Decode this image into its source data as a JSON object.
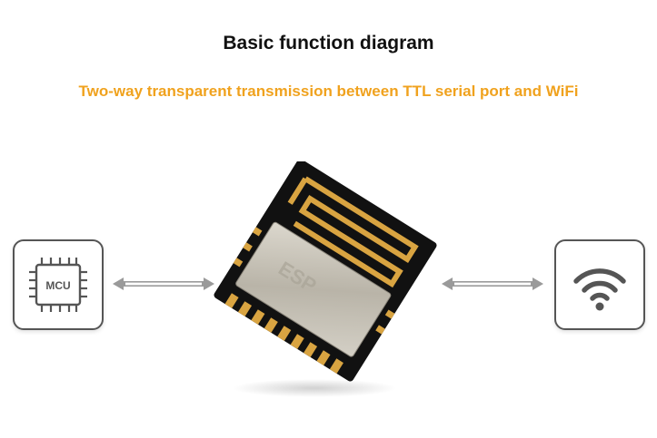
{
  "header": {
    "title": "Basic function diagram",
    "subtitle": "Two-way transparent transmission between TTL serial port and WiFi"
  },
  "mcu_box": {
    "label": "MCU",
    "icon": "chip-icon"
  },
  "wifi_box": {
    "icon": "wifi-icon"
  },
  "module": {
    "icon": "wifi-module-pcb",
    "shield_text": "ESP"
  },
  "colors": {
    "accent": "#f0a21e",
    "title": "#111111",
    "icon_stroke": "#555555",
    "pcb": "#111111",
    "shield": "#c9c4b8",
    "antenna": "#d9a441"
  }
}
